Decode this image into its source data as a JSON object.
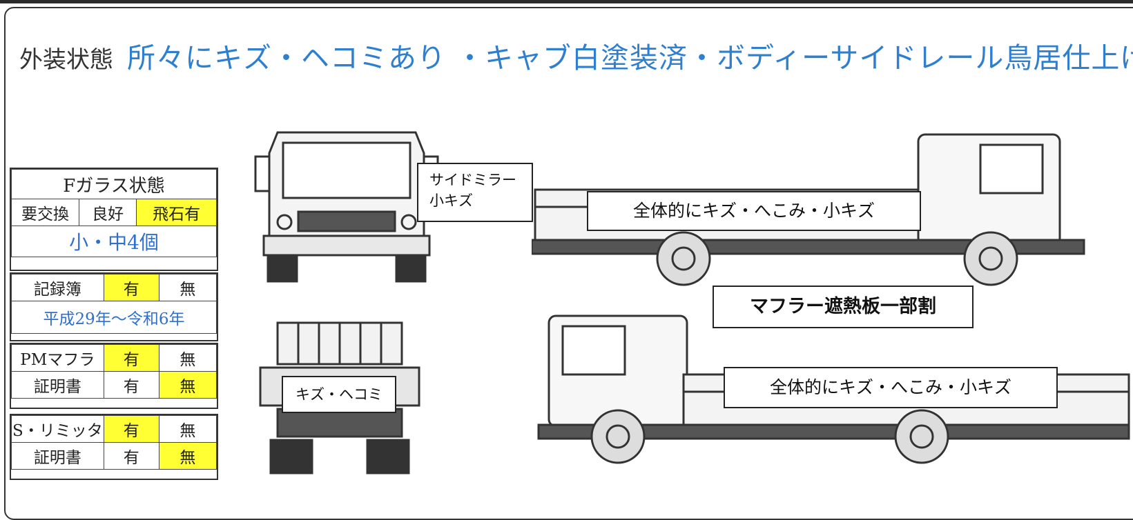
{
  "header": {
    "label": "外装状態",
    "value": "所々にキズ・ヘコミあり ・キャブ白塗装済・ボディーサイドレール鳥居仕上げ済"
  },
  "glass": {
    "title": "Fガラス状態",
    "options": [
      "要交換",
      "良好",
      "飛石有"
    ],
    "selected": "飛石有",
    "note": "小・中4個"
  },
  "records": {
    "label": "記録簿",
    "yes": "有",
    "no": "無",
    "selected": "有",
    "period": "平成29年〜令和6年"
  },
  "pm_muffler": {
    "label": "PMマフラ",
    "yes": "有",
    "no": "無",
    "selected": "有",
    "cert_label": "証明書",
    "cert_selected": "無"
  },
  "speed_limiter": {
    "label": "S・リミッタ",
    "yes": "有",
    "no": "無",
    "selected": "有",
    "cert_label": "証明書",
    "cert_selected": "無"
  },
  "callouts": {
    "side_mirror": [
      "サイドミラー",
      "小キズ"
    ],
    "rear": "キズ・ヘコミ",
    "right_side": "全体的にキズ・へこみ・小キズ",
    "muffler": "マフラー遮熱板一部割",
    "left_side": "全体的にキズ・へこみ・小キズ"
  },
  "colors": {
    "accent_blue": "#2f7fd0",
    "highlight": "#ffff33"
  }
}
